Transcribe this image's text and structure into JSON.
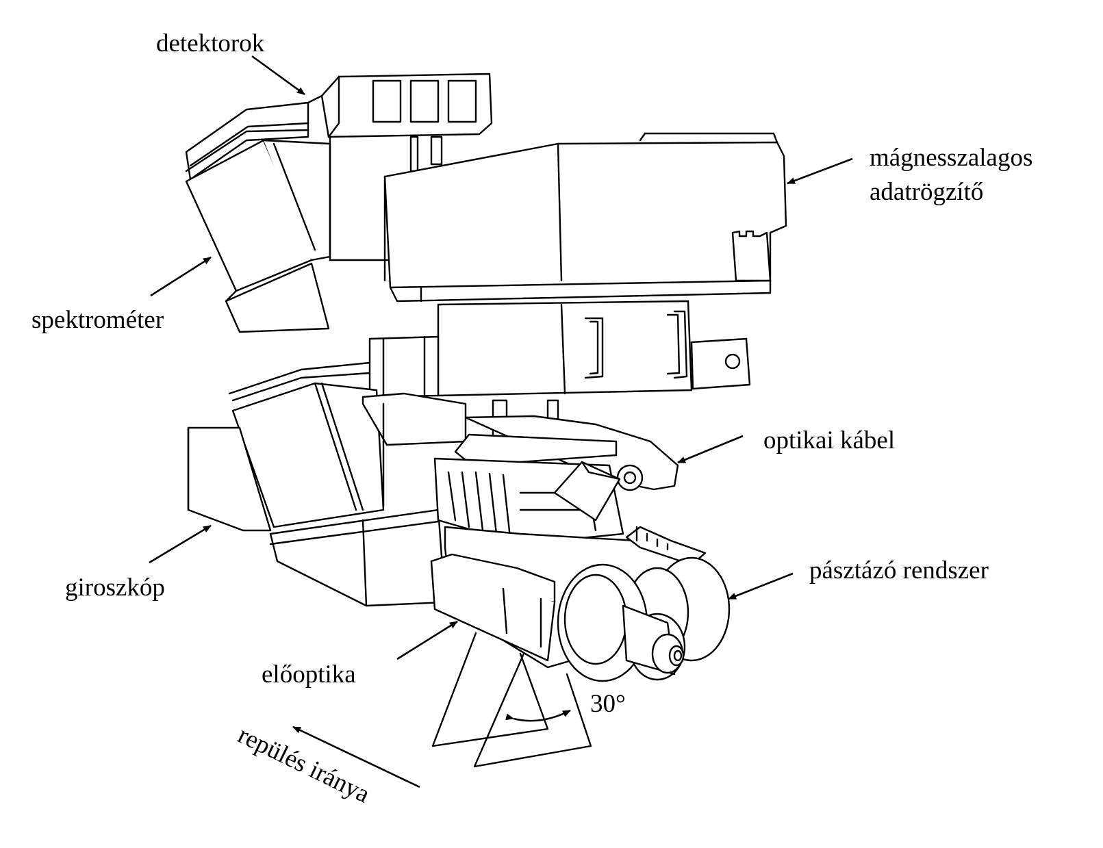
{
  "labels": {
    "detektorok": "detektorok",
    "magneto_1": "mágnesszalagos",
    "magneto_2": "adatrögzítő",
    "spektrometer": "spektrométer",
    "optikai_kabel": "optikai kábel",
    "giroszkop": "giroszkóp",
    "pasztazo": "pásztázó rendszer",
    "eloptika": "előoptika",
    "angle": "30°",
    "flight_direction": "repülés iránya"
  }
}
